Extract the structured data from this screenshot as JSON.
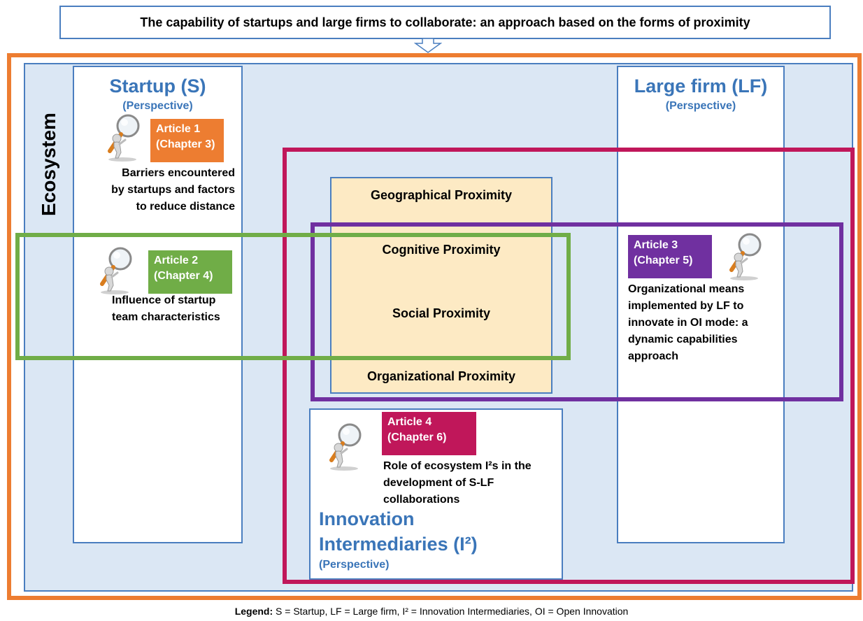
{
  "title": "The capability of startups and large firms to collaborate: an approach based on the forms of proximity",
  "ecosystem_label": "Ecosystem",
  "perspectives": {
    "startup": {
      "heading": "Startup (S)",
      "sub": "(Perspective)"
    },
    "large_firm": {
      "heading": "Large firm (LF)",
      "sub": "(Perspective)"
    },
    "intermediaries": {
      "heading_line1": "Innovation",
      "heading_line2": "Intermediaries (I²)",
      "sub": "(Perspective)"
    }
  },
  "proximities": [
    "Geographical Proximity",
    "Cognitive Proximity",
    "Social Proximity",
    "Organizational Proximity"
  ],
  "articles": [
    {
      "label": "Article 1",
      "chapter": "(Chapter 3)",
      "desc": [
        "Barriers encountered",
        "by startups and factors",
        "to reduce distance"
      ],
      "color": "#ed7d31"
    },
    {
      "label": "Article 2",
      "chapter": "(Chapter 4)",
      "desc": [
        "Influence of startup",
        "team characteristics"
      ],
      "color": "#70ad47"
    },
    {
      "label": "Article 3",
      "chapter": "(Chapter 5)",
      "desc": [
        "Organizational means",
        "implemented by LF to",
        "innovate in OI mode: a",
        "dynamic capabilities",
        "approach"
      ],
      "color": "#7030a0"
    },
    {
      "label": "Article 4",
      "chapter": "(Chapter 6)",
      "desc": [
        "Role of ecosystem I²s in the",
        "development of S-LF",
        "collaborations"
      ],
      "color": "#c0175a"
    }
  ],
  "legend": {
    "label": "Legend:",
    "text": " S = Startup, LF = Large firm, I² = Innovation Intermediaries, OI = Open Innovation"
  },
  "icons": [
    "magnifier-person-icon",
    "down-arrow-icon"
  ]
}
